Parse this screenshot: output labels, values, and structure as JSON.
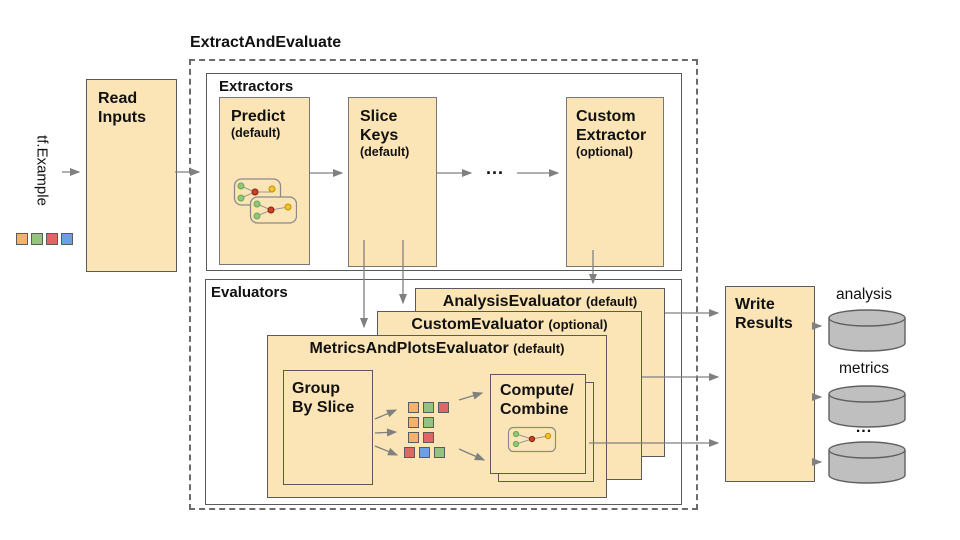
{
  "title": "ExtractAndEvaluate",
  "colors": {
    "box_fill": "#FBE5B6",
    "orange": "#F6B26B",
    "green": "#93C47D",
    "red": "#E06666",
    "blue": "#6D9EEB",
    "cylinder": "#BFBFBF",
    "arrow": "#808080"
  },
  "input": {
    "label": "tf.Example",
    "squares": [
      "orange",
      "green",
      "red",
      "blue"
    ]
  },
  "read_inputs": {
    "line1": "Read",
    "line2": "Inputs"
  },
  "extractors": {
    "label": "Extractors",
    "predict": {
      "line1": "Predict",
      "qualifier": "(default)"
    },
    "slice_keys": {
      "line1": "Slice",
      "line2": "Keys",
      "qualifier": "(default)"
    },
    "ellipsis": "...",
    "custom_extractor": {
      "line1": "Custom",
      "line2": "Extractor",
      "qualifier": "(optional)"
    }
  },
  "evaluators": {
    "label": "Evaluators",
    "analysis_evaluator": {
      "name": "AnalysisEvaluator",
      "qualifier": "(default)"
    },
    "custom_evaluator": {
      "name": "CustomEvaluator",
      "qualifier": "(optional)"
    },
    "metrics_plots_evaluator": {
      "name": "MetricsAndPlotsEvaluator",
      "qualifier": "(default)"
    },
    "group_by_slice": {
      "line1": "Group",
      "line2": "By Slice"
    },
    "compute_combine": {
      "line1": "Compute/",
      "line2": "Combine"
    },
    "slice_rows": [
      [
        "orange",
        "green",
        "red"
      ],
      [
        "orange",
        "green"
      ],
      [
        "orange",
        "red"
      ],
      [
        "red",
        "blue",
        "green"
      ]
    ]
  },
  "write_results": {
    "line1": "Write",
    "line2": "Results"
  },
  "outputs": {
    "labels": [
      "analysis",
      "metrics",
      "..."
    ]
  }
}
